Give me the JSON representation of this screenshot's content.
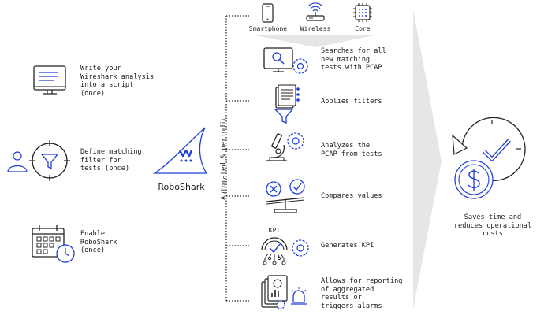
{
  "devices": {
    "smartphone": "Smartphone",
    "wireless": "Wireless",
    "core": "Core"
  },
  "setup_steps": [
    {
      "text": "Write your\nWireshark analysis\ninto a script\n(once)",
      "icon": "monitor-icon"
    },
    {
      "text": "Define matching\nfilter for\ntests (once)",
      "icon": "user-filter-target-icon"
    },
    {
      "text": "Enable\nRoboShark\n(once)",
      "icon": "calendar-clock-icon"
    }
  ],
  "brand": {
    "name": "RoboShark",
    "icon": "shark-fin-logo-icon"
  },
  "periodic_label": "Automated & periodic",
  "pipeline": [
    {
      "text": "Searches for all\nnew matching\ntests with PCAP",
      "icon": "search-monitor-gear-icon"
    },
    {
      "text": "Applies filters",
      "icon": "document-filter-icon"
    },
    {
      "text": "Analyzes the\nPCAP from tests",
      "icon": "microscope-gear-icon"
    },
    {
      "text": "Compares values",
      "icon": "compare-values-icon"
    },
    {
      "text": "Generates KPI",
      "icon": "kpi-gauge-gear-icon",
      "badge": "KPI"
    },
    {
      "text": "Allows for reporting\nof aggregated\nresults or\ntriggers alarms",
      "icon": "report-alarm-icon"
    }
  ],
  "outcome": {
    "text": "Saves time and\nreduces operational\ncosts",
    "icon": "cost-savings-icon"
  },
  "colors": {
    "accent": "#1f3fd6",
    "line": "#2b2b2b",
    "arrow": "#e3e3e3"
  }
}
